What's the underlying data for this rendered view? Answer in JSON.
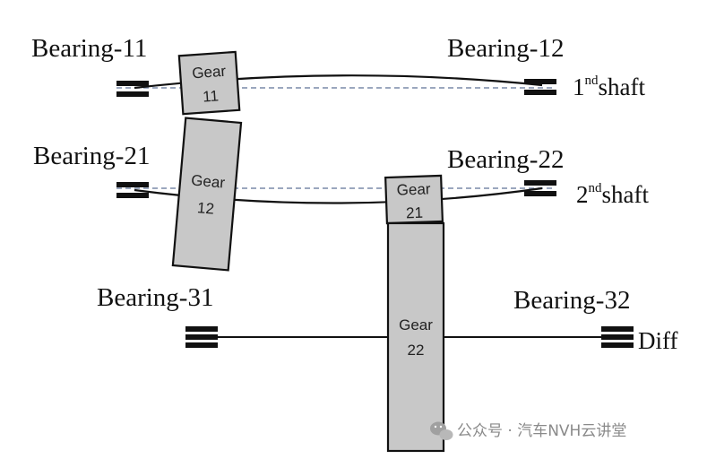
{
  "bearings": {
    "b11": "Bearing-11",
    "b12": "Bearing-12",
    "b21": "Bearing-21",
    "b22": "Bearing-22",
    "b31": "Bearing-31",
    "b32": "Bearing-32"
  },
  "shafts": {
    "first": {
      "num": "1",
      "sup": "nd",
      "label": "shaft"
    },
    "second": {
      "num": "2",
      "sup": "nd",
      "label": "shaft"
    },
    "diff": "Diff"
  },
  "gears": {
    "g11": {
      "name": "Gear",
      "num": "11"
    },
    "g12": {
      "name": "Gear",
      "num": "12"
    },
    "g21": {
      "name": "Gear",
      "num": "21"
    },
    "g22": {
      "name": "Gear",
      "num": "22"
    }
  },
  "watermark": {
    "text": "公众号 · 汽车NVH云讲堂",
    "icon": "wechat-icon"
  },
  "colors": {
    "gear_fill": "#c8c8c8",
    "line": "#111111",
    "dashed_axis": "#7a8aa8"
  }
}
